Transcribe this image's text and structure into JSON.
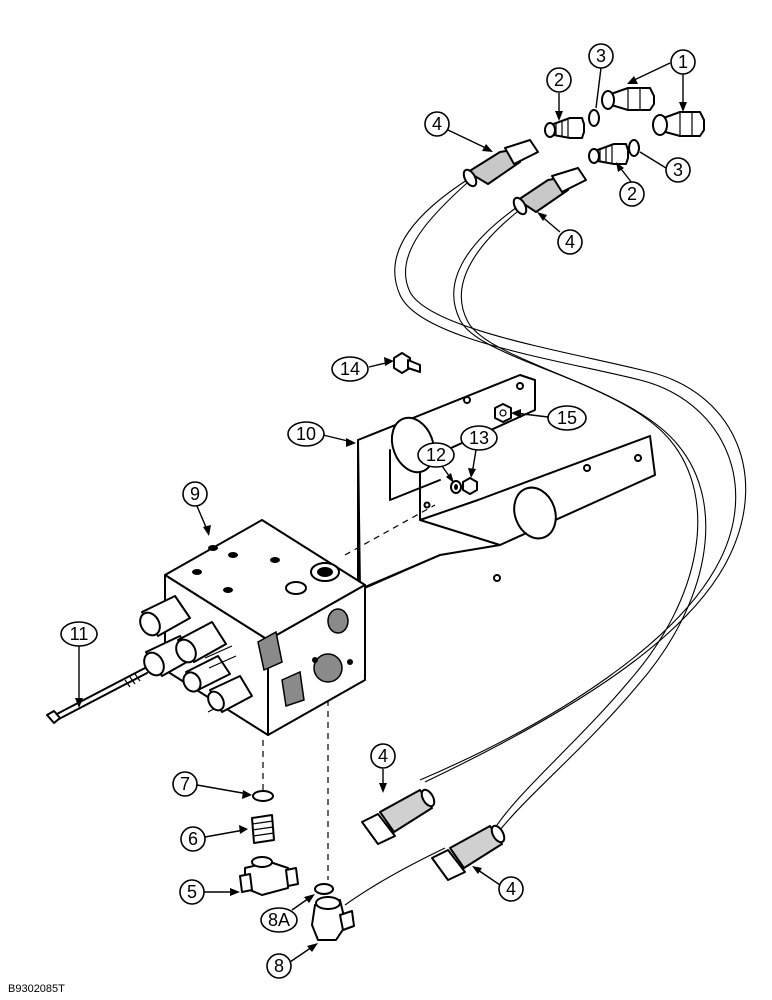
{
  "document_id": "B9302085T",
  "callouts": [
    {
      "id": "c1",
      "label": "1"
    },
    {
      "id": "c2a",
      "label": "2"
    },
    {
      "id": "c2b",
      "label": "2"
    },
    {
      "id": "c3a",
      "label": "3"
    },
    {
      "id": "c3b",
      "label": "3"
    },
    {
      "id": "c4a",
      "label": "4"
    },
    {
      "id": "c4b",
      "label": "4"
    },
    {
      "id": "c4c",
      "label": "4"
    },
    {
      "id": "c4d",
      "label": "4"
    },
    {
      "id": "c5",
      "label": "5"
    },
    {
      "id": "c6",
      "label": "6"
    },
    {
      "id": "c7",
      "label": "7"
    },
    {
      "id": "c8",
      "label": "8"
    },
    {
      "id": "c8a",
      "label": "8A"
    },
    {
      "id": "c9",
      "label": "9"
    },
    {
      "id": "c10",
      "label": "10"
    },
    {
      "id": "c11",
      "label": "11"
    },
    {
      "id": "c12",
      "label": "12"
    },
    {
      "id": "c13",
      "label": "13"
    },
    {
      "id": "c14",
      "label": "14"
    },
    {
      "id": "c15",
      "label": "15"
    }
  ]
}
